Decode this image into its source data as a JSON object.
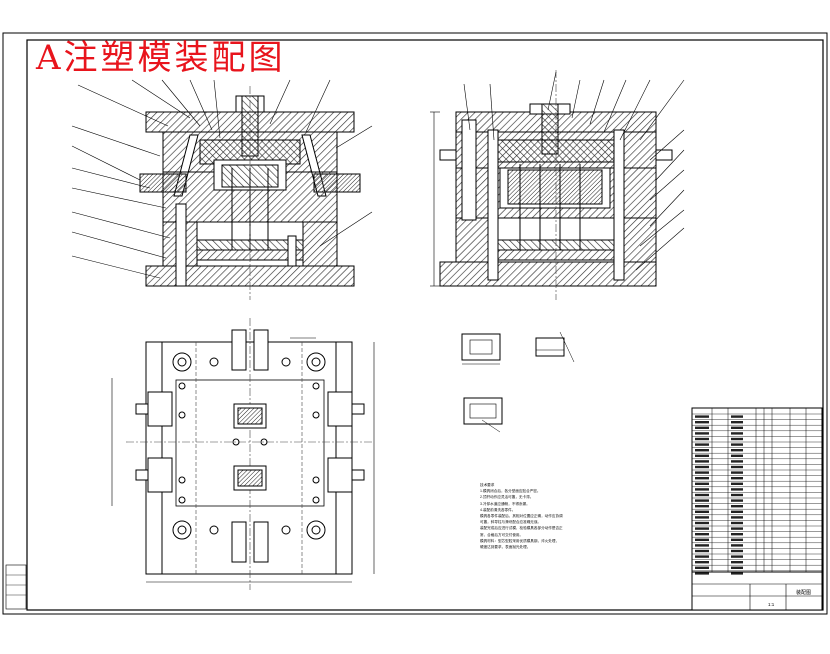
{
  "title": "A注塑模装配图",
  "notes": {
    "heading": "技术要求",
    "lines": [
      "1.模具闭合后，各分型面应贴合严密。",
      "2.顶杆动作应灵活可靠，无卡滞。",
      "3.冷却水道应通畅，不得渗漏。",
      "4.装配前清洗各零件。",
      "模具各零件装配后，其相对位置应正确，动作应协调",
      "可靠，斜导柱与滑块配合应准确无误。",
      "装配完成后应进行试模，检验模具各部分动作是否正",
      "常，合格后方可交付使用。",
      "  模具材料：型芯型腔采用优质模具钢，淬火处理，",
      "硬度达到要求，表面抛光处理。"
    ]
  },
  "title_block": {
    "drawing_name": "装配图",
    "scale": "1:1"
  },
  "colors": {
    "title": "#e8141c",
    "line": "#000000",
    "hatch": "#222222",
    "dashed": "#444444"
  }
}
